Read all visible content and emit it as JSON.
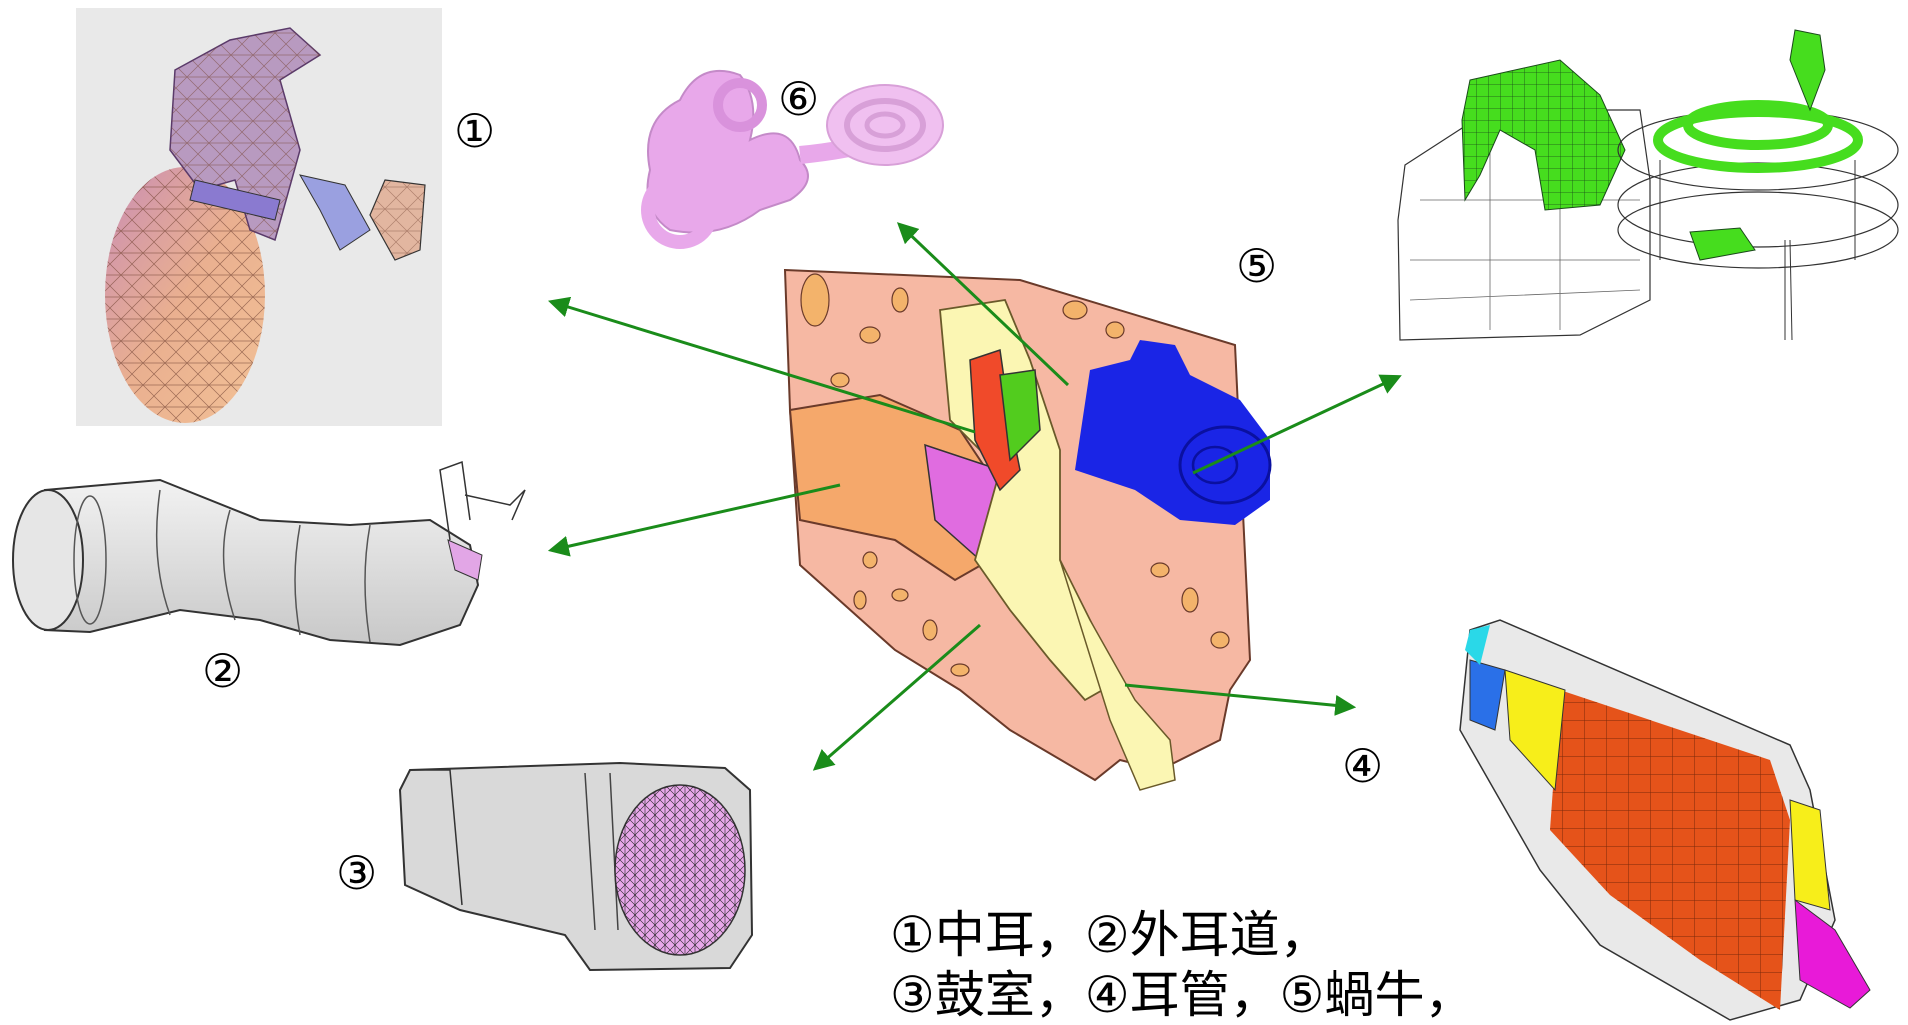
{
  "labels": {
    "n1": "①",
    "n2": "②",
    "n3": "③",
    "n4": "④",
    "n5": "⑤",
    "n6": "⑥"
  },
  "caption": {
    "line1": "①中耳，②外耳道，",
    "line2": "③鼓室，④耳管，⑤蝸牛，"
  },
  "colors": {
    "arrow": "#1a8c1a",
    "skin": "#f6b8a3",
    "bone": "#f3b36b",
    "ear_canal": "#f5a86b",
    "ossicle_yellow": "#fbf6b3",
    "red_part": "#f04a2a",
    "green_part": "#52cc1e",
    "cochlea_blue": "#1a25e6",
    "mesh_green": "#46dd1e",
    "mesh_orange": "#e5531a",
    "mesh_yellow": "#f7ee1a",
    "mesh_magenta": "#e81ad8",
    "mesh_gray": "#e0e0e0",
    "inner_pink": "#e8a8ea"
  }
}
